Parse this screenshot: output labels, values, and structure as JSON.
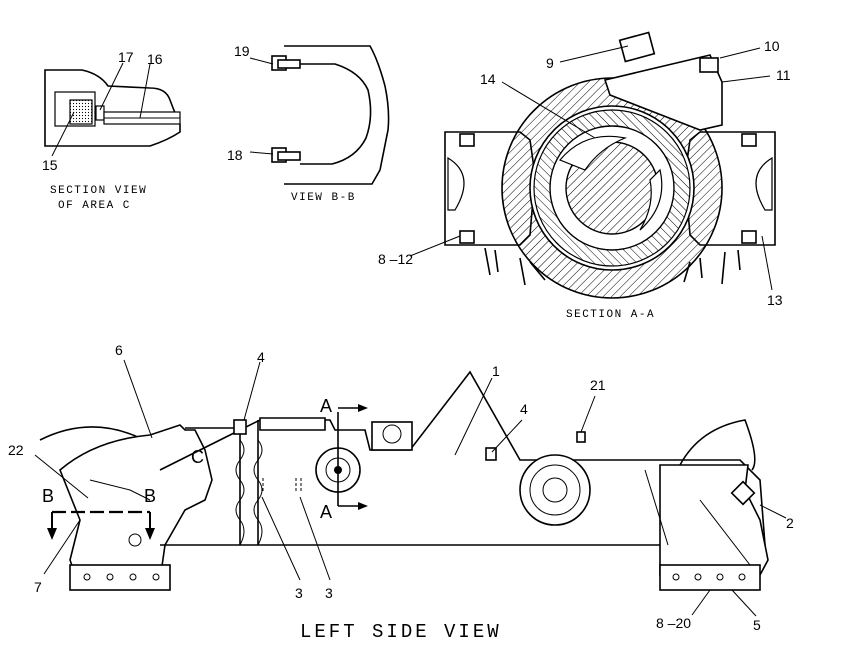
{
  "captions": {
    "section_c_line1": "SECTION VIEW",
    "section_c_line2": "OF AREA C",
    "view_bb": "VIEW B-B",
    "section_aa": "SECTION A-A",
    "left_side": "LEFT SIDE VIEW"
  },
  "callouts": {
    "c1": "1",
    "c2": "2",
    "c3a": "3",
    "c3b": "3",
    "c4a": "4",
    "c4b": "4",
    "c5": "5",
    "c6": "6",
    "c7": "7",
    "c8_12": "8 –12",
    "c8_20": "8 –20",
    "c9": "9",
    "c10": "10",
    "c11": "11",
    "c13": "13",
    "c14": "14",
    "c15": "15",
    "c16": "16",
    "c17": "17",
    "c18": "18",
    "c19": "19",
    "c21": "21",
    "c22": "22"
  },
  "view_letters": {
    "a_top": "A",
    "a_bottom": "A",
    "b_left": "B",
    "b_right": "B",
    "c_area": "C"
  }
}
